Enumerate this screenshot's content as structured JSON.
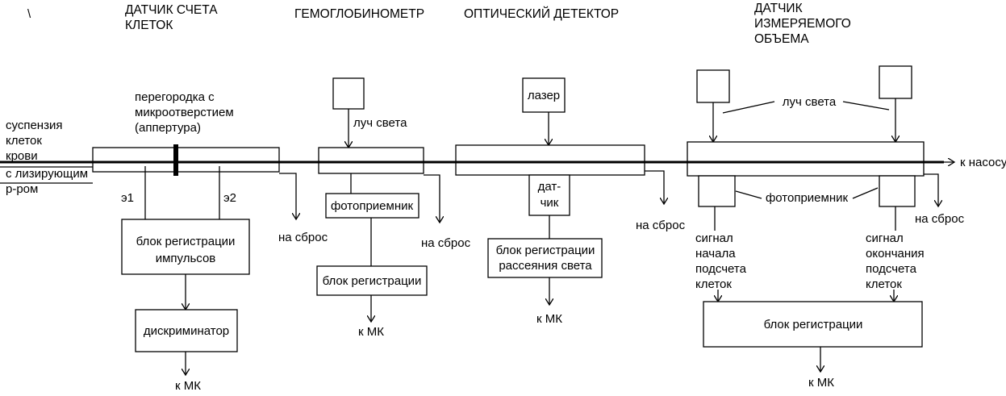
{
  "headers": {
    "cell_sensor": [
      "ДАТЧИК СЧЕТА",
      "КЛЕТОК"
    ],
    "hemoglobinometer": "ГЕМОГЛОБИНОМЕТР",
    "optical_detector": "ОПТИЧЕСКИЙ ДЕТЕКТОР",
    "volume_sensor": [
      "ДАТЧИК",
      "ИЗМЕРЯЕМОГО",
      "ОБЪЕМА"
    ]
  },
  "left_input": {
    "suspension": [
      "суспензия",
      "клеток",
      "крови"
    ],
    "lysing": [
      "с лизирующим",
      "р-ром"
    ]
  },
  "aperture_label": [
    "перегородка с",
    "микроотверстием",
    "(аппертура)"
  ],
  "electrode_1": "э1",
  "electrode_2": "э2",
  "pulse_register": [
    "блок регистрации",
    "импульсов"
  ],
  "discriminator": "дискриминатор",
  "to_mk": "к МК",
  "to_drain": "на сброс",
  "light_beam": "луч света",
  "photodetector": "фотоприемник",
  "register_block": "блок регистрации",
  "laser": "лазер",
  "sensor": [
    "дат-",
    "чик"
  ],
  "scatter_register": [
    "блок регистрации",
    "рассеяния света"
  ],
  "to_pump": "к насосу",
  "start_signal": [
    "сигнал",
    "начала",
    "подсчета",
    "клеток"
  ],
  "end_signal": [
    "сигнал",
    "окончания",
    "подсчета",
    "клеток"
  ],
  "backslash_mark": "\\"
}
